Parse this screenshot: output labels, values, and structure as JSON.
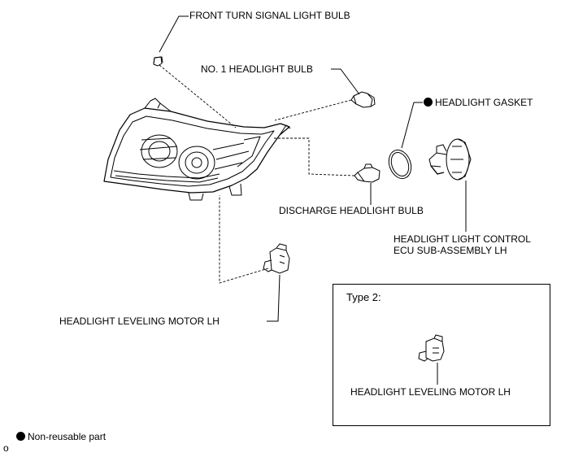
{
  "labels": {
    "front_turn_signal_bulb": "FRONT TURN SIGNAL LIGHT BULB",
    "no1_headlight_bulb": "NO. 1 HEADLIGHT BULB",
    "headlight_gasket": "HEADLIGHT GASKET",
    "discharge_headlight_bulb": "DISCHARGE HEADLIGHT BULB",
    "ecu_line1": "HEADLIGHT LIGHT CONTROL",
    "ecu_line2": "ECU SUB-ASSEMBLY LH",
    "leveling_motor": "HEADLIGHT LEVELING MOTOR LH"
  },
  "type2": {
    "title": "Type 2:",
    "leveling_motor": "HEADLIGHT LEVELING MOTOR LH"
  },
  "legend": {
    "non_reusable": "Non-reusable part",
    "footer_mark": "o"
  },
  "non_reusable_parts": [
    "HEADLIGHT GASKET"
  ],
  "colors": {
    "ink": "#000000",
    "background": "#ffffff"
  }
}
